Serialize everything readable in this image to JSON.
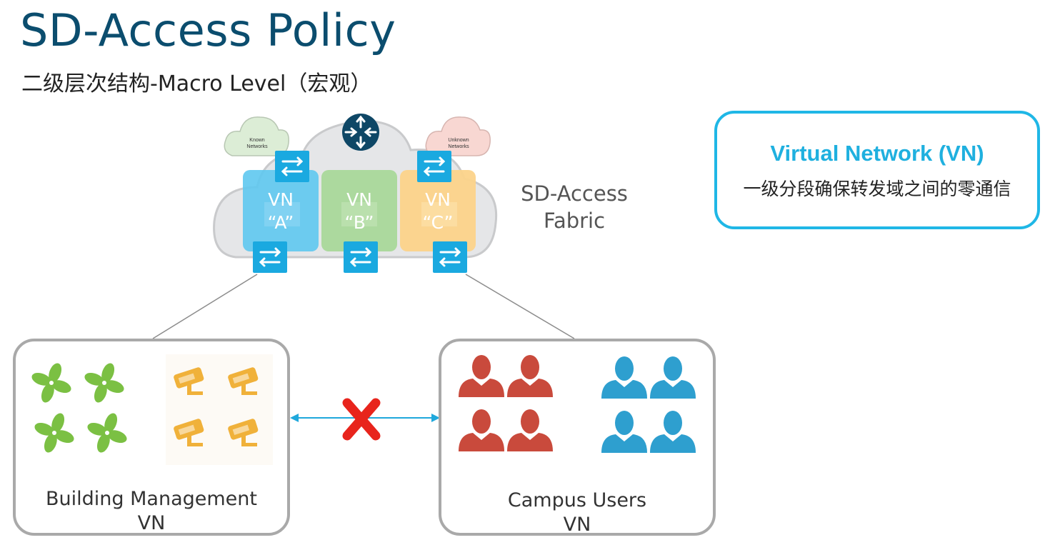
{
  "header": {
    "title": "SD-Access Policy",
    "subtitle": "二级层次结构-Macro Level（宏观）"
  },
  "fabric": {
    "known_networks": [
      "Known",
      "Networks"
    ],
    "unknown_networks": [
      "Unknown",
      "Networks"
    ],
    "label_line1": "SD-Access",
    "label_line2": "Fabric",
    "vns": [
      {
        "line1": "VN",
        "line2": "“A”",
        "color": "#5ec8f0"
      },
      {
        "line1": "VN",
        "line2": "“B”",
        "color": "#a9d89a"
      },
      {
        "line1": "VN",
        "line2": "“C”",
        "color": "#fcd38a"
      }
    ]
  },
  "callout": {
    "title": "Virtual Network (VN)",
    "description": "一级分段确保转发域之间的零通信"
  },
  "groups": {
    "left": {
      "line1": "Building Management",
      "line2": "VN"
    },
    "right": {
      "line1": "Campus Users",
      "line2": "VN"
    }
  },
  "colors": {
    "title": "#0b4d6e",
    "accent": "#1fb7e6",
    "switch": "#1aa9e0",
    "fan": "#7bc043",
    "camera": "#f0b13a",
    "user_red": "#c94a3c",
    "user_blue": "#2e9fcf",
    "block": "#e8241c"
  }
}
